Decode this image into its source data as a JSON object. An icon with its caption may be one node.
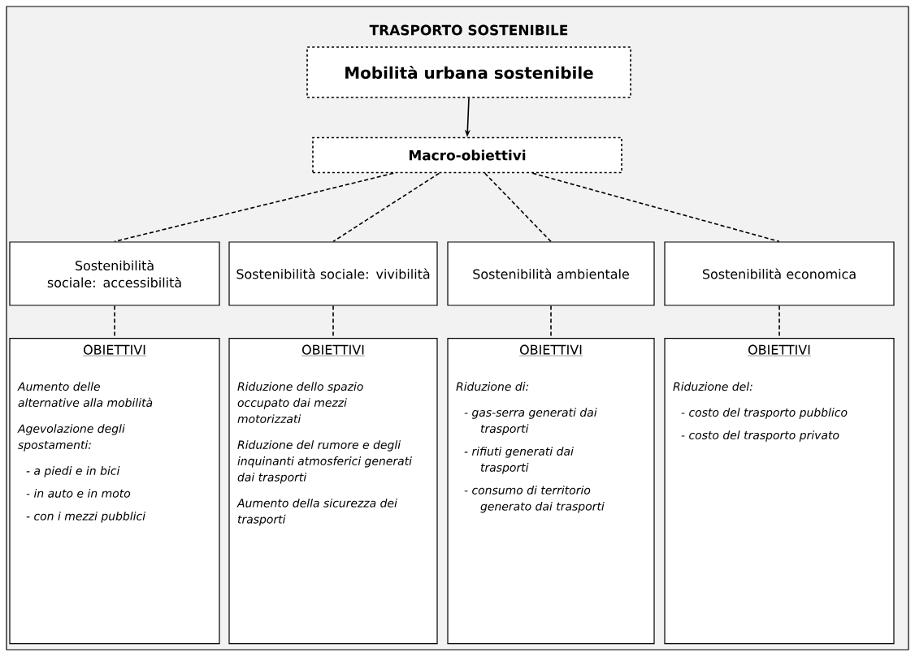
{
  "diagram": {
    "title": "TRASPORTO SOSTENIBILE",
    "nodes": [
      {
        "text": [
          "Mobilità urbana sostenibile"
        ]
      },
      {
        "text": [
          "Macro-obiettivi"
        ]
      },
      {
        "text": [
          "Sostenibilità sociale: accessibilità"
        ]
      },
      {
        "text": [
          "Sostenibilità sociale: vivibilità"
        ]
      },
      {
        "text": [
          "Sostenibilità ambientale"
        ]
      },
      {
        "text": [
          "Sostenibilità economica"
        ]
      },
      {
        "text": [
          "OBIETTIVI",
          "Aumento delle alternative alla mobilità",
          "Agevolazione degli spostamenti:",
          "- a piedi e in bici",
          "- in auto e in moto",
          "- con i mezzi pubblici"
        ]
      },
      {
        "text": [
          "OBIETTIVI",
          "Riduzione dello spazio occupato dai mezzi motorizzati",
          "Riduzione del rumore e degli inquinanti atmosferici generati dai trasporti",
          "Aumento della sicurezza dei trasporti"
        ]
      },
      {
        "text": [
          "OBIETTIVI",
          "Riduzione di:",
          "- gas-serra generati dai trasporti",
          "- rifiuti generati dai trasporti",
          "- consumo di territorio generato dai trasporti"
        ]
      },
      {
        "text": [
          "OBIETTIVI",
          "Riduzione del:",
          "- costo del trasporto pubblico",
          "- costo del trasporto privato"
        ]
      }
    ],
    "edges": [
      {
        "from": 0,
        "to": 1,
        "arrow": "to"
      },
      {
        "from": 1,
        "to": 2,
        "arrow": "none",
        "style": "dashed"
      },
      {
        "from": 1,
        "to": 3,
        "arrow": "none",
        "style": "dashed"
      },
      {
        "from": 1,
        "to": 4,
        "arrow": "none",
        "style": "dashed"
      },
      {
        "from": 1,
        "to": 5,
        "arrow": "none",
        "style": "dashed"
      },
      {
        "from": 2,
        "to": 6,
        "arrow": "none",
        "style": "dashed"
      },
      {
        "from": 3,
        "to": 7,
        "arrow": "none",
        "style": "dashed"
      },
      {
        "from": 4,
        "to": 8,
        "arrow": "none",
        "style": "dashed"
      },
      {
        "from": 5,
        "to": 9,
        "arrow": "none",
        "style": "dashed"
      }
    ]
  }
}
